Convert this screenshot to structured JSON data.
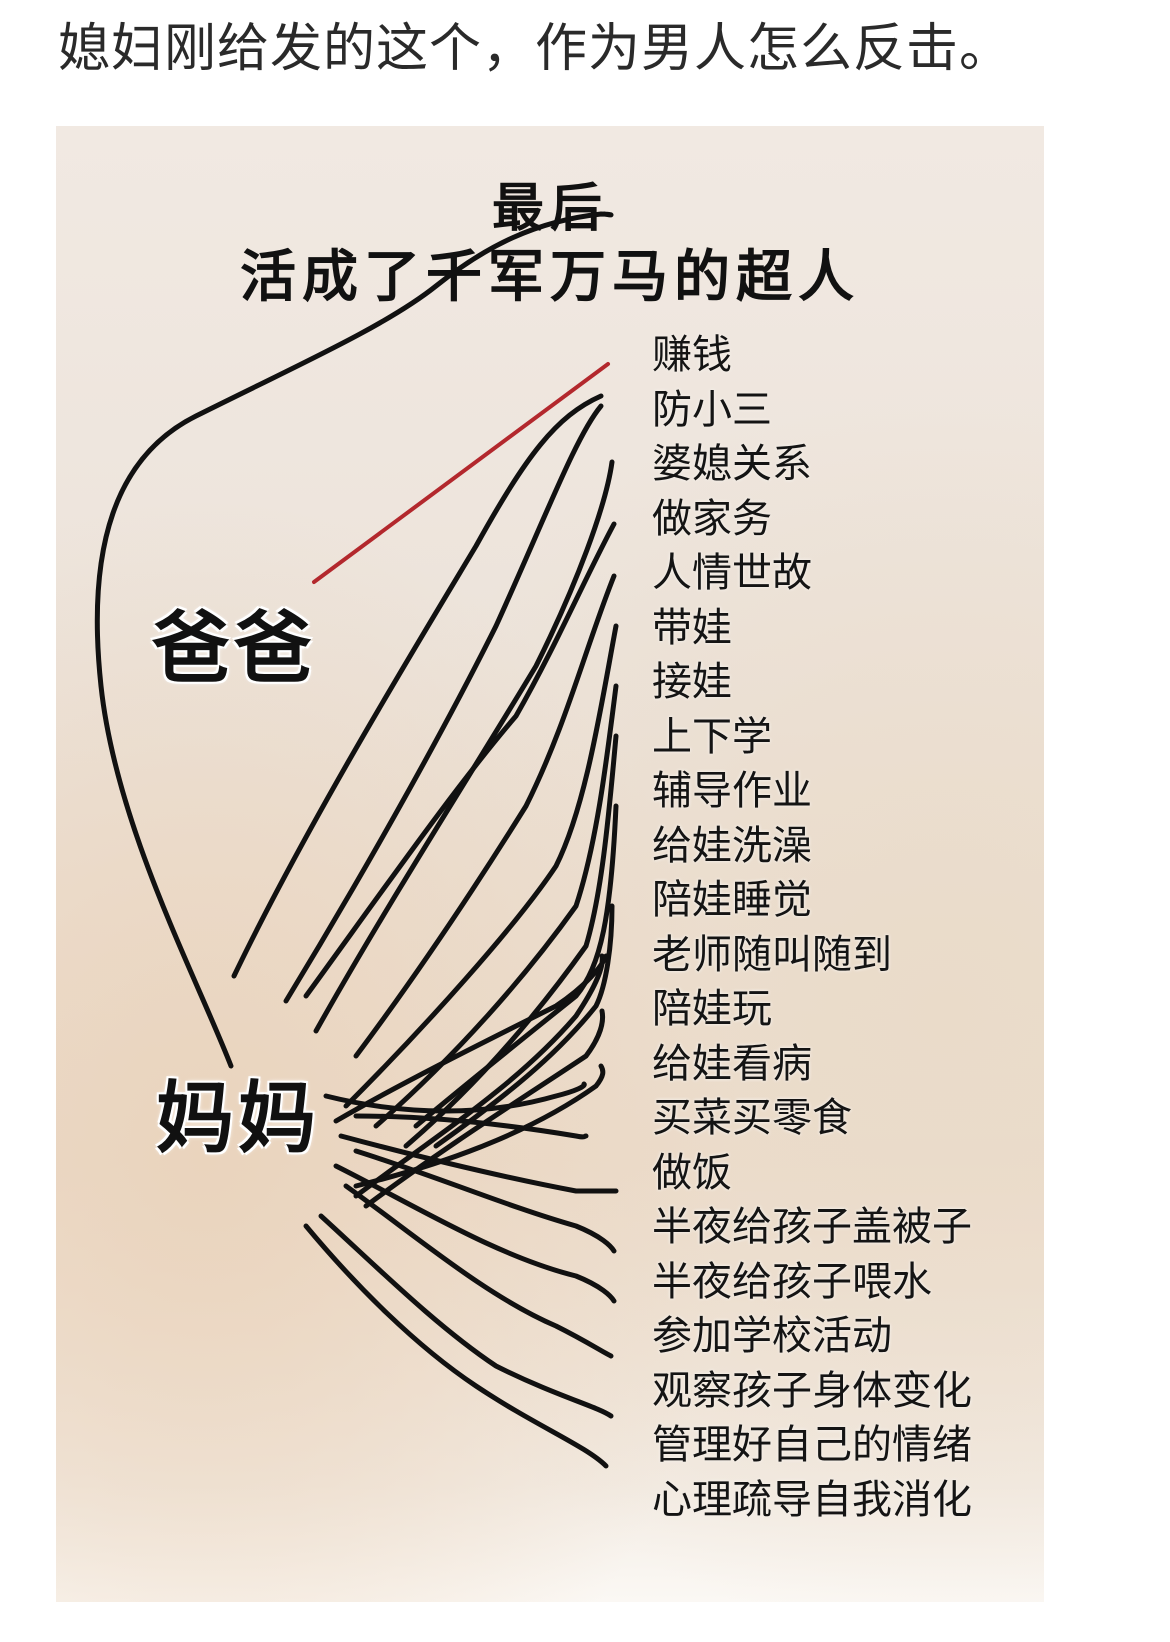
{
  "post": {
    "title": "媳妇刚给发的这个，作为男人怎么反击。"
  },
  "image": {
    "headline_line1": "最后",
    "headline_line2": "活成了千军万马的超人",
    "actors": {
      "dad": "爸爸",
      "mom": "妈妈"
    },
    "colors": {
      "dad_line": "#b3282d",
      "mom_lines": "#111111",
      "paper": "#efe6dd"
    },
    "tasks": [
      "赚钱",
      "防小三",
      "婆媳关系",
      "做家务",
      "人情世故",
      "带娃",
      "接娃",
      "上下学",
      "辅导作业",
      "给娃洗澡",
      "陪娃睡觉",
      "老师随叫随到",
      "陪娃玩",
      "给娃看病",
      "买菜买零食",
      "做饭",
      "半夜给孩子盖被子",
      "半夜给孩子喂水",
      "参加学校活动",
      "观察孩子身体变化",
      "管理好自己的情绪",
      "心理疏导自我消化"
    ],
    "connections": {
      "dad": [
        "赚钱"
      ],
      "mom": [
        "赚钱",
        "防小三",
        "婆媳关系",
        "做家务",
        "人情世故",
        "带娃",
        "接娃",
        "上下学",
        "辅导作业",
        "给娃洗澡",
        "陪娃睡觉",
        "老师随叫随到",
        "陪娃玩",
        "给娃看病",
        "买菜买零食",
        "做饭",
        "半夜给孩子盖被子",
        "半夜给孩子喂水",
        "参加学校活动",
        "观察孩子身体变化",
        "管理好自己的情绪",
        "心理疏导自我消化"
      ]
    }
  }
}
